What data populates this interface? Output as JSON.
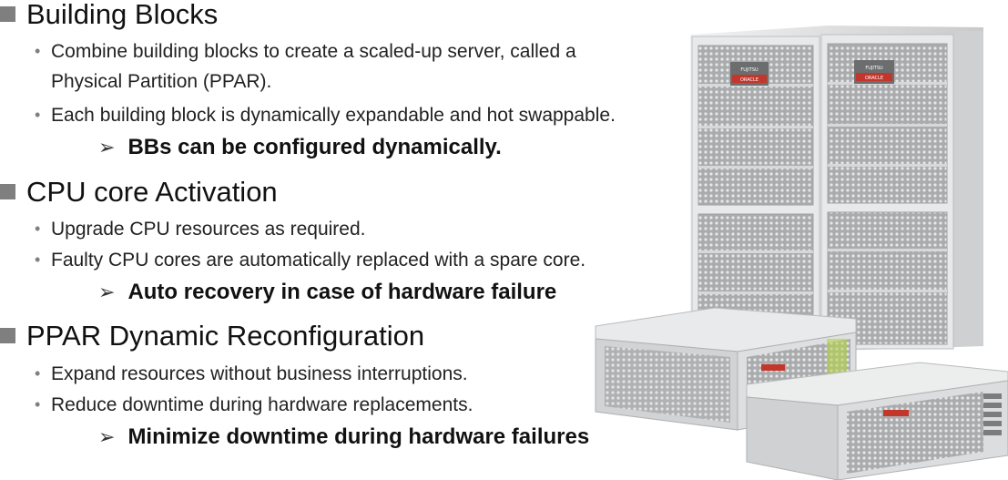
{
  "sections": [
    {
      "title": "Building Blocks",
      "bullets": [
        "Combine building blocks to create a scaled-up server, called a Physical Partition (PPAR).",
        "Each building block is dynamically expandable and hot swappable."
      ],
      "callout": "BBs can be configured dynamically."
    },
    {
      "title": "CPU core Activation",
      "bullets": [
        "Upgrade CPU resources as required.",
        "Faulty CPU cores are automatically replaced with a spare core."
      ],
      "callout": "Auto recovery in case of hardware failure"
    },
    {
      "title": "PPAR Dynamic Reconfiguration",
      "bullets": [
        "Expand resources without business interruptions.",
        "Reduce downtime during hardware replacements."
      ],
      "callout": "Minimize downtime during hardware failures"
    }
  ],
  "hardware": {
    "brand_labels": [
      "FUJITSU",
      "ORACLE"
    ],
    "colors": {
      "chassis": "#d9dadb",
      "panel": "#b7b9bb",
      "brand_red": "#c3362b",
      "accent_green": "#b5d44a"
    }
  }
}
